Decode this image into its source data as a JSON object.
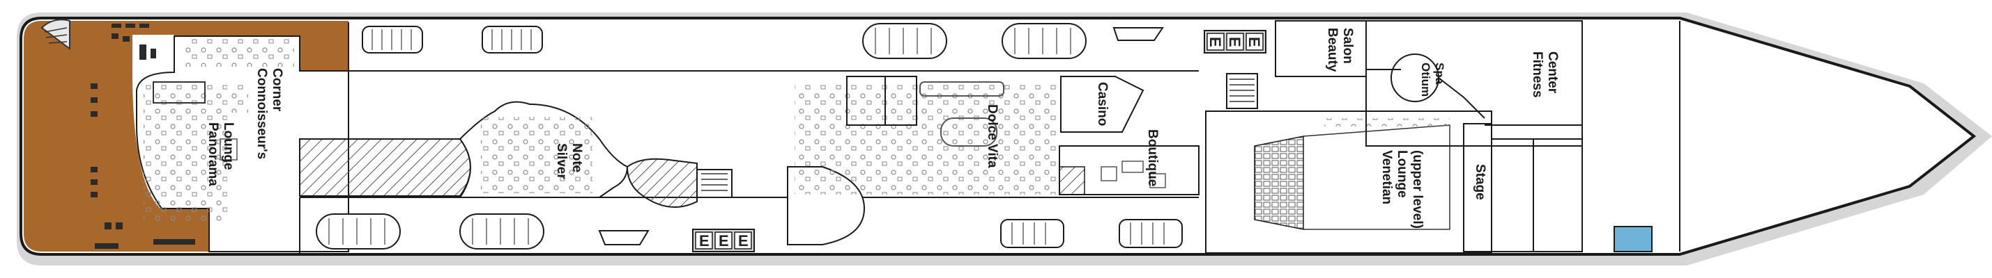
{
  "colors": {
    "hull_outline": "#1a1a1a",
    "hull_shadow": "#cfcfcf",
    "wood_deck": "#a8682c",
    "pool": "#6fb3d9",
    "hatch": "#555555",
    "furniture": "#8a8a8a"
  },
  "venues": {
    "connoisseurs_corner": [
      "Connoisseur's",
      "Corner"
    ],
    "panorama_lounge": [
      "Panorama",
      "Lounge"
    ],
    "silver_note": [
      "Silver",
      "Note"
    ],
    "dolce_vita": [
      "Dolce Vita"
    ],
    "casino": [
      "Casino"
    ],
    "boutique": [
      "Boutique"
    ],
    "beauty_salon": [
      "Beauty",
      "Salon"
    ],
    "otium_spa": [
      "Otium",
      "Spa"
    ],
    "fitness_center": [
      "Fitness",
      "Center"
    ],
    "venetian_lounge": [
      "Venetian",
      "Lounge",
      "(upper level)"
    ],
    "stage": [
      "Stage"
    ]
  },
  "elevator_letters": {
    "aft_lower": [
      "E",
      "E",
      "E"
    ],
    "fwd_upper": [
      "E",
      "E",
      "E"
    ]
  },
  "icons": [
    "lifeboat-icon",
    "elevator-icon",
    "stairs-icon",
    "pool-icon",
    "tender-boat-icon"
  ]
}
